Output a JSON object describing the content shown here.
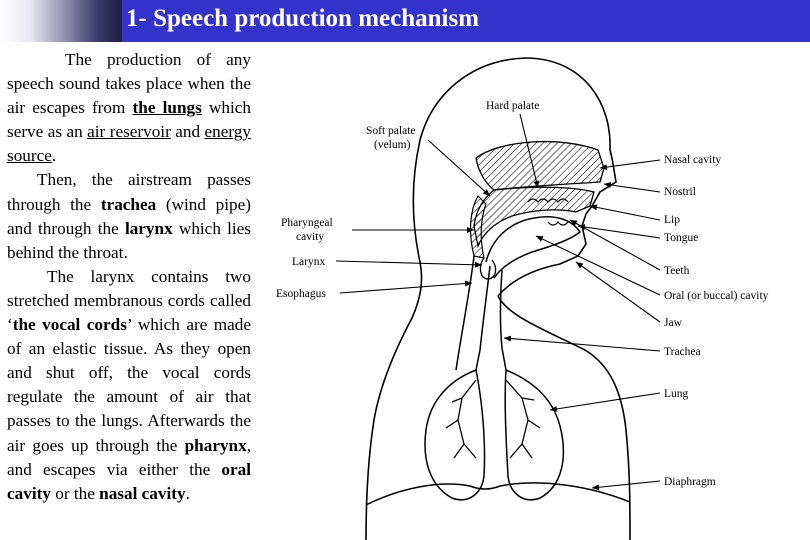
{
  "slide": {
    "title": "1- Speech production mechanism"
  },
  "paragraphs": {
    "p1": {
      "t1": "The production of any speech sound takes place when the air escapes from ",
      "lungs": "the lungs",
      "t2": " which serve as an ",
      "air_reservoir": "air reservoir",
      "t3": " and ",
      "energy_source": "energy source",
      "t4": "."
    },
    "p2": {
      "t1": "Then, the airstream passes through the ",
      "trachea": "trachea",
      "t2": " (wind pipe) and through the ",
      "larynx": "larynx",
      "t3": " which lies behind the throat."
    },
    "p3": {
      "t1": "The larynx contains two stretched membranous cords called ‘",
      "vocal_cords": "the vocal cords",
      "t2": "’ which are made of an elastic tissue. As they open and shut off, the vocal cords regulate the amount of air that passes to the lungs. Afterwards the air goes up through the ",
      "pharynx": "pharynx",
      "t3": ", and escapes via either the ",
      "oral_cavity": "oral cavity",
      "t4": " or the ",
      "nasal_cavity": "nasal cavity",
      "t5": "."
    }
  },
  "diagram": {
    "labels": {
      "hard_palate": "Hard palate",
      "soft_palate": "Soft palate",
      "velum": "(velum)",
      "nasal_cavity": "Nasal cavity",
      "nostril": "Nostril",
      "lip": "Lip",
      "tongue": "Tongue",
      "pharyngeal": "Pharyngeal",
      "cavity": "cavity",
      "larynx": "Larynx",
      "teeth": "Teeth",
      "esophagus": "Esophagus",
      "oral_cavity": "Oral (or buccal) cavity",
      "jaw": "Jaw",
      "trachea": "Trachea",
      "lung": "Lung",
      "diaphragm": "Diaphragm"
    }
  }
}
